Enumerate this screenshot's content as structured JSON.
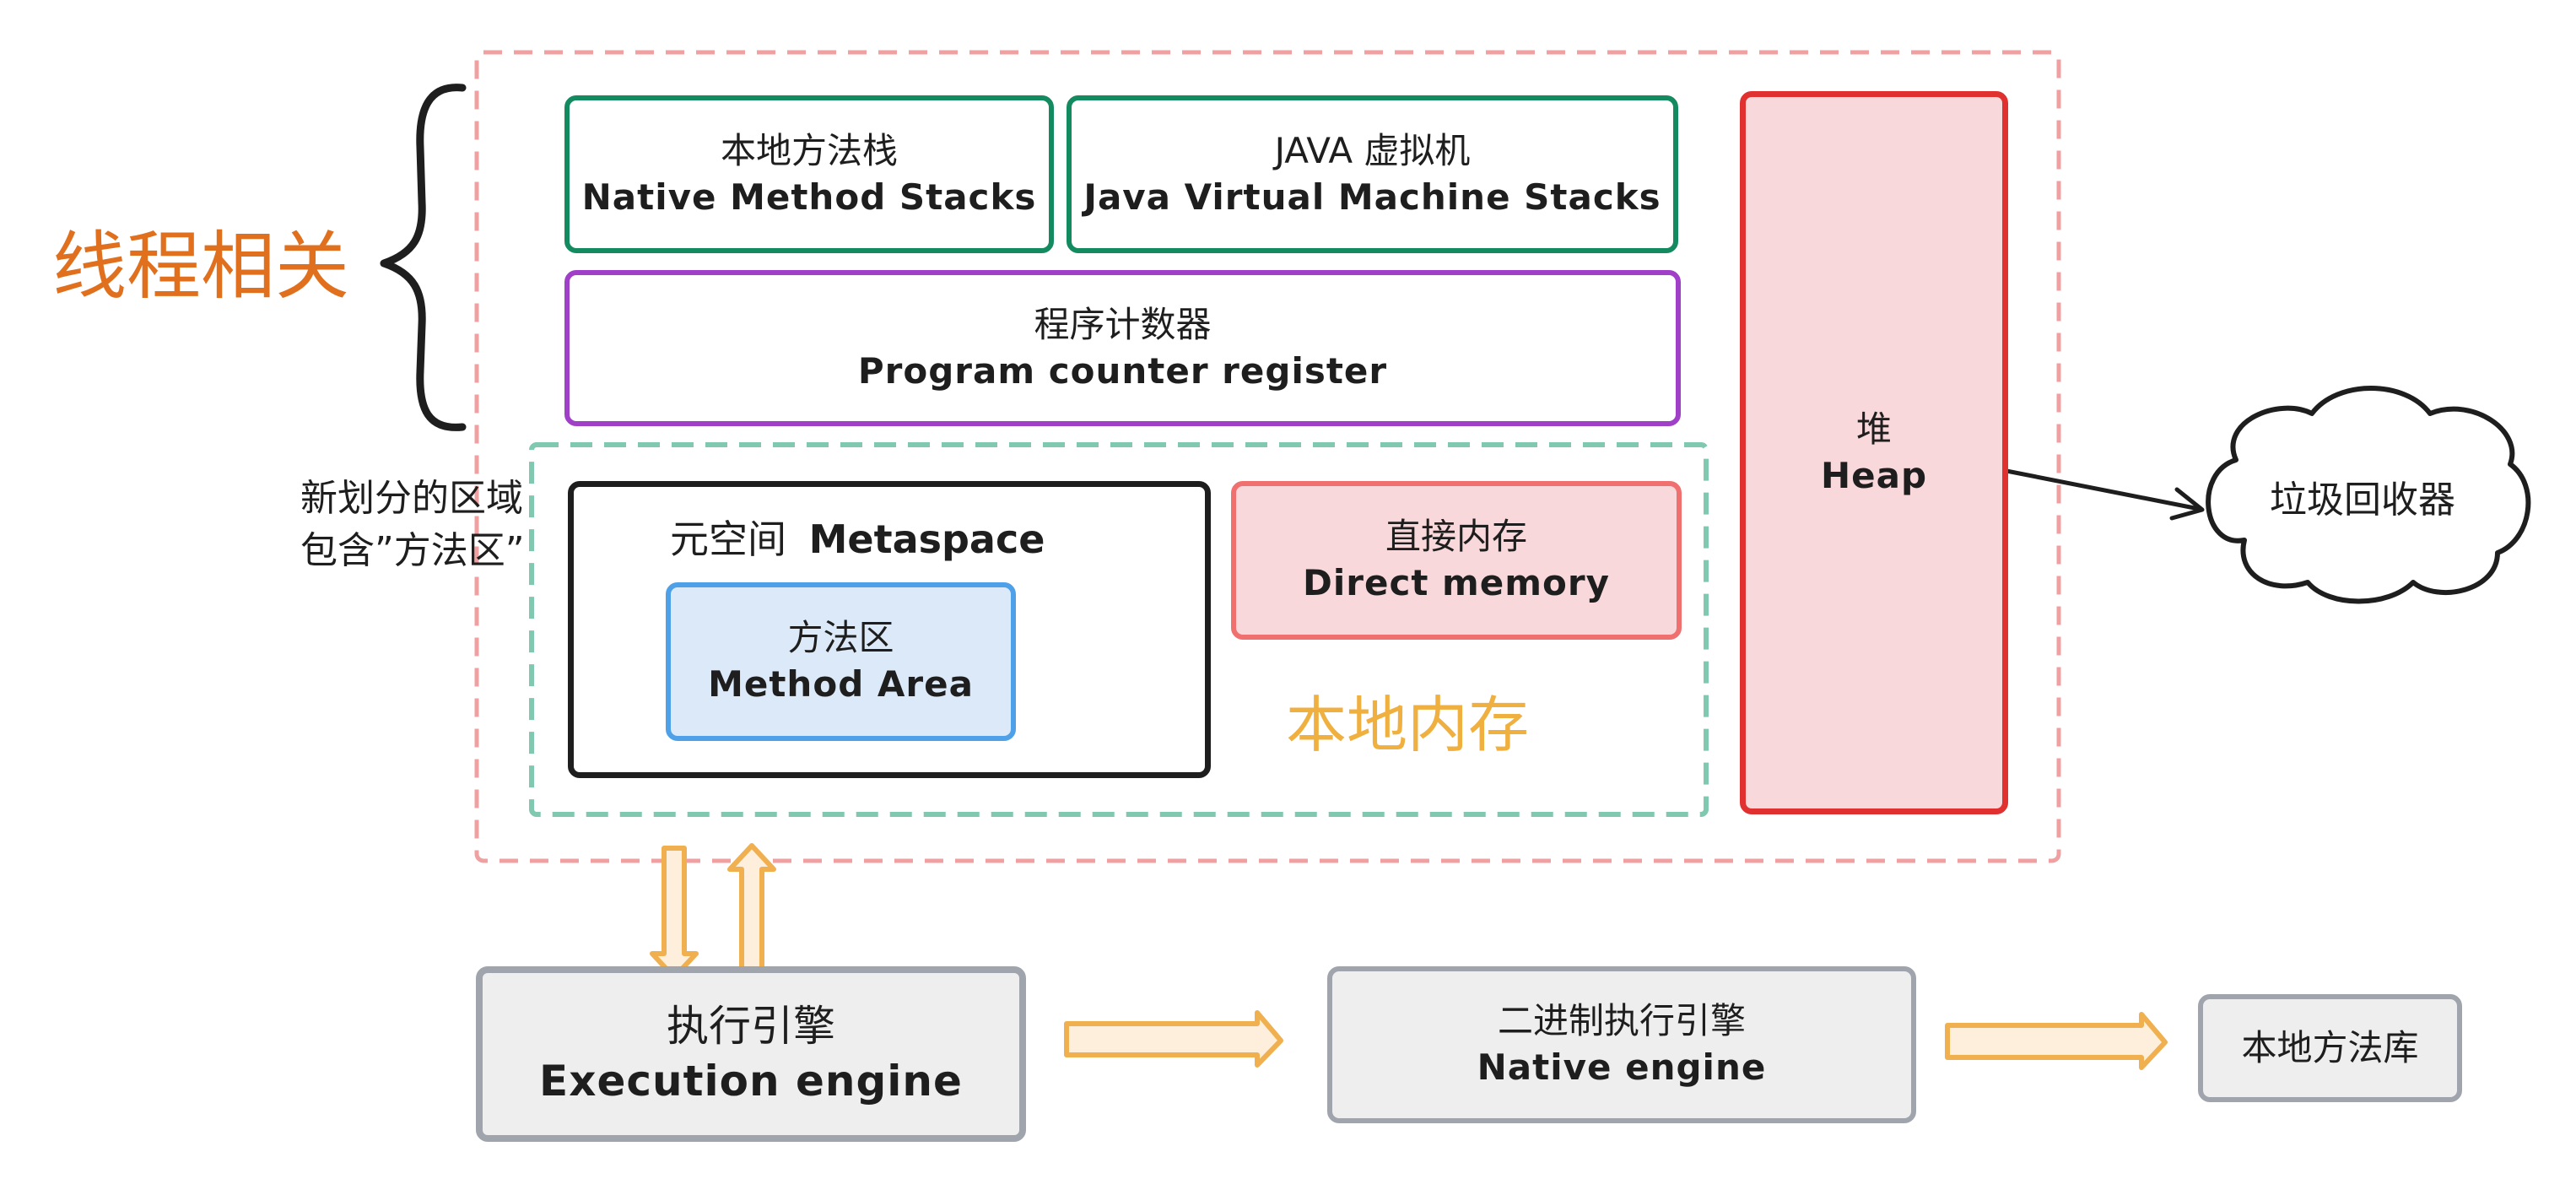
{
  "thread_label": "线程相关",
  "metaspace_note": {
    "line1": "新划分的区域",
    "line2": "包含”方法区”"
  },
  "native_memory_label": "本地内存",
  "native_method_stacks": {
    "cn": "本地方法栈",
    "en": "Native Method Stacks"
  },
  "jvm_stacks": {
    "cn": "JAVA 虚拟机",
    "en": "Java Virtual Machine Stacks"
  },
  "program_counter": {
    "cn": "程序计数器",
    "en": "Program counter register"
  },
  "metaspace": {
    "cn": "元空间",
    "en": "Metaspace"
  },
  "method_area": {
    "cn": "方法区",
    "en": "Method Area"
  },
  "direct_memory": {
    "cn": "直接内存",
    "en": "Direct memory"
  },
  "heap": {
    "cn": "堆",
    "en": "Heap"
  },
  "garbage_collector": "垃圾回收器",
  "execution_engine": {
    "cn": "执行引擎",
    "en": "Execution engine"
  },
  "native_engine": {
    "cn": "二进制执行引擎",
    "en": "Native engine"
  },
  "native_library": "本地方法库",
  "colors": {
    "orange_text": "#e0701e",
    "yellow_text": "#f0b040",
    "outer_dashed": "#f0a0a0",
    "inner_dashed": "#80c8b0",
    "green_border": "#138a60",
    "purple_border": "#a040c8",
    "red_border": "#e03030",
    "heap_fill": "#f8d8da",
    "direct_border": "#f07070",
    "direct_fill": "#f8d8da",
    "blue_border": "#4ea0e8",
    "blue_fill": "#dce9f8",
    "gray_border": "#a0a4ac",
    "gray_fill": "#eeeeee",
    "arrow_fill": "#fdefdc",
    "arrow_stroke": "#f0b050"
  }
}
